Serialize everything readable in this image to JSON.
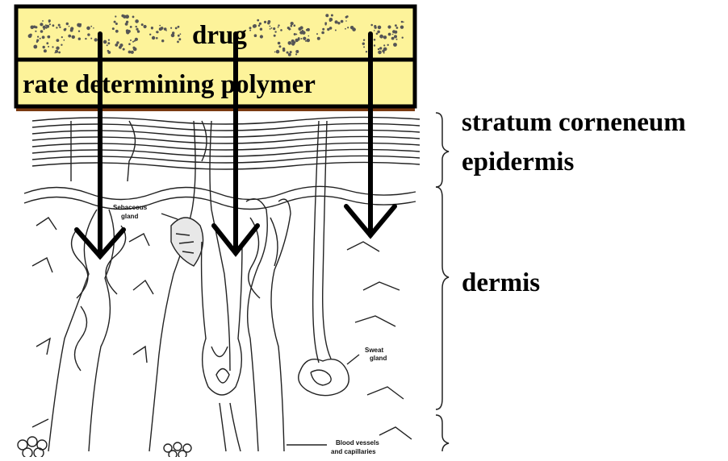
{
  "patch": {
    "drug_label": "drug",
    "polymer_label": "rate determining polymer",
    "fill_color": "#fdf39a",
    "base_color": "#7a3a10"
  },
  "skin_layers": {
    "stratum_corneum": "stratum corneneum",
    "epidermis": "epidermis",
    "dermis": "dermis"
  },
  "small_labels": {
    "sebaceous": [
      "Sebaceous",
      "gland"
    ],
    "sweat": [
      "Sweat",
      "gland"
    ],
    "blood": [
      "Blood vessels",
      "and capillaries"
    ]
  }
}
